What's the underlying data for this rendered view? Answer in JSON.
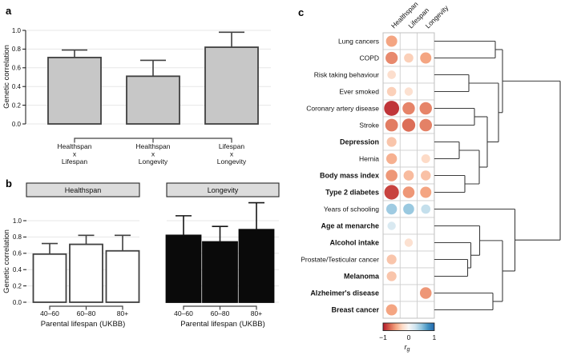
{
  "panels": {
    "a": {
      "letter": "a"
    },
    "b": {
      "letter": "b"
    },
    "c": {
      "letter": "c"
    }
  },
  "chart_data": [
    {
      "panel": "a",
      "type": "bar",
      "ylabel": "Genetic correlation",
      "ylim": [
        0,
        1
      ],
      "yticks": [
        0,
        0.2,
        0.4,
        0.6,
        0.8,
        1
      ],
      "grid": true,
      "categories": [
        [
          "Healthspan",
          "x",
          "Lifespan"
        ],
        [
          "Healthspan",
          "x",
          "Longevity"
        ],
        [
          "Lifespan",
          "x",
          "Longevity"
        ]
      ],
      "values": [
        0.71,
        0.51,
        0.82
      ],
      "upper_error": [
        0.79,
        0.68,
        0.98
      ],
      "bar_fill": "#c7c7c7",
      "bar_stroke": "#404040"
    },
    {
      "panel": "b",
      "type": "bar",
      "categories": [
        "40–60",
        "60–80",
        "80+"
      ],
      "xlabel": "Parental lifespan (UKBB)",
      "ylabel": "Genetic correlation",
      "ylim": [
        0,
        1
      ],
      "yticks": [
        0,
        0.2,
        0.4,
        0.6,
        0.8,
        1
      ],
      "grid": true,
      "facets": [
        {
          "label": "Healthspan",
          "bar_fill": "#ffffff",
          "bar_stroke": "#404040",
          "values": [
            0.59,
            0.71,
            0.63
          ],
          "upper_error": [
            0.72,
            0.82,
            0.82
          ]
        },
        {
          "label": "Longevity",
          "bar_fill": "#0a0a0a",
          "bar_stroke": "#0a0a0a",
          "values": [
            0.82,
            0.74,
            0.89
          ],
          "upper_error": [
            1.06,
            0.93,
            1.22
          ]
        }
      ],
      "strip_fill": "#dcdcdc"
    },
    {
      "panel": "c",
      "type": "dot-correlogram",
      "columns": [
        "Healthspan",
        "Lifespan",
        "Longevity"
      ],
      "rows": [
        {
          "label": "Lung cancers",
          "bold": false,
          "rg": [
            -0.5,
            null,
            null
          ]
        },
        {
          "label": "COPD",
          "bold": false,
          "rg": [
            -0.6,
            -0.3,
            -0.5
          ]
        },
        {
          "label": "Risk taking behaviour",
          "bold": false,
          "rg": [
            -0.22,
            null,
            null
          ]
        },
        {
          "label": "Ever smoked",
          "bold": false,
          "rg": [
            -0.3,
            -0.2,
            null
          ]
        },
        {
          "label": "Coronary artery disease",
          "bold": false,
          "rg": [
            -0.9,
            -0.62,
            -0.62
          ]
        },
        {
          "label": "Stroke",
          "bold": false,
          "rg": [
            -0.65,
            -0.7,
            -0.63
          ]
        },
        {
          "label": "Depression",
          "bold": true,
          "rg": [
            -0.35,
            null,
            null
          ]
        },
        {
          "label": "Hernia",
          "bold": false,
          "rg": [
            -0.45,
            null,
            -0.25
          ]
        },
        {
          "label": "Body mass index",
          "bold": true,
          "rg": [
            -0.55,
            -0.4,
            -0.37
          ]
        },
        {
          "label": "Type 2 diabetes",
          "bold": true,
          "rg": [
            -0.85,
            -0.55,
            -0.5
          ]
        },
        {
          "label": "Years of schooling",
          "bold": false,
          "rg": [
            0.45,
            0.47,
            0.3
          ]
        },
        {
          "label": "Age at menarche",
          "bold": true,
          "rg": [
            0.2,
            null,
            null
          ]
        },
        {
          "label": "Alcohol intake",
          "bold": true,
          "rg": [
            null,
            -0.2,
            null
          ]
        },
        {
          "label": "Prostate/Testicular cancer",
          "bold": false,
          "rg": [
            -0.35,
            null,
            null
          ]
        },
        {
          "label": "Melanoma",
          "bold": true,
          "rg": [
            -0.35,
            null,
            null
          ]
        },
        {
          "label": "Alzheimer's disease",
          "bold": true,
          "rg": [
            null,
            null,
            -0.55
          ]
        },
        {
          "label": "Breast cancer",
          "bold": true,
          "rg": [
            -0.5,
            null,
            null
          ]
        }
      ],
      "colorbar": {
        "tick_labels": [
          "−1",
          "0",
          "1"
        ],
        "label_main": "r",
        "label_sub": "g",
        "palette": [
          "#b2182b",
          "#d6604d",
          "#f4a582",
          "#fddbc7",
          "#f7f7f7",
          "#d1e5f0",
          "#92c5de",
          "#4393c3",
          "#2166ac"
        ]
      },
      "dendrogram": {
        "x": 333,
        "children": [
          {
            "x": 261,
            "children": [
              {
                "x": 252,
                "children": [
                  {
                    "leaf": "Lung cancers"
                  },
                  {
                    "leaf": "COPD"
                  }
                ]
              },
              {
                "x": 256,
                "children": [
                  {
                    "x": 219,
                    "children": [
                      {
                        "leaf": "Risk taking behaviour"
                      },
                      {
                        "leaf": "Ever smoked"
                      }
                    ]
                  },
                  {
                    "x": 242,
                    "children": [
                      {
                        "x": 226,
                        "children": [
                          {
                            "leaf": "Coronary artery disease"
                          },
                          {
                            "leaf": "Stroke"
                          }
                        ]
                      },
                      {
                        "x": 232,
                        "children": [
                          {
                            "x": 207,
                            "children": [
                              {
                                "leaf": "Depression"
                              },
                              {
                                "leaf": "Hernia"
                              }
                            ]
                          },
                          {
                            "x": 214,
                            "children": [
                              {
                                "leaf": "Body mass index"
                              },
                              {
                                "leaf": "Type 2 diabetes"
                              }
                            ]
                          }
                        ]
                      }
                    ]
                  }
                ]
              }
            ]
          },
          {
            "x": 276.5,
            "children": [
              {
                "leaf": "Years of schooling"
              },
              {
                "x": 261,
                "children": [
                  {
                    "x": 232.5,
                    "children": [
                      {
                        "leaf": "Age at menarche"
                      },
                      {
                        "x": 221.5,
                        "children": [
                          {
                            "leaf": "Alcohol intake"
                          },
                          {
                            "x": 217.5,
                            "children": [
                              {
                                "leaf": "Prostate/Testicular cancer"
                              },
                              {
                                "leaf": "Melanoma"
                              }
                            ]
                          }
                        ]
                      }
                    ]
                  },
                  {
                    "x": 249,
                    "children": [
                      {
                        "leaf": "Alzheimer's disease"
                      },
                      {
                        "leaf": "Breast cancer"
                      }
                    ]
                  }
                ]
              }
            ]
          }
        ]
      }
    }
  ]
}
